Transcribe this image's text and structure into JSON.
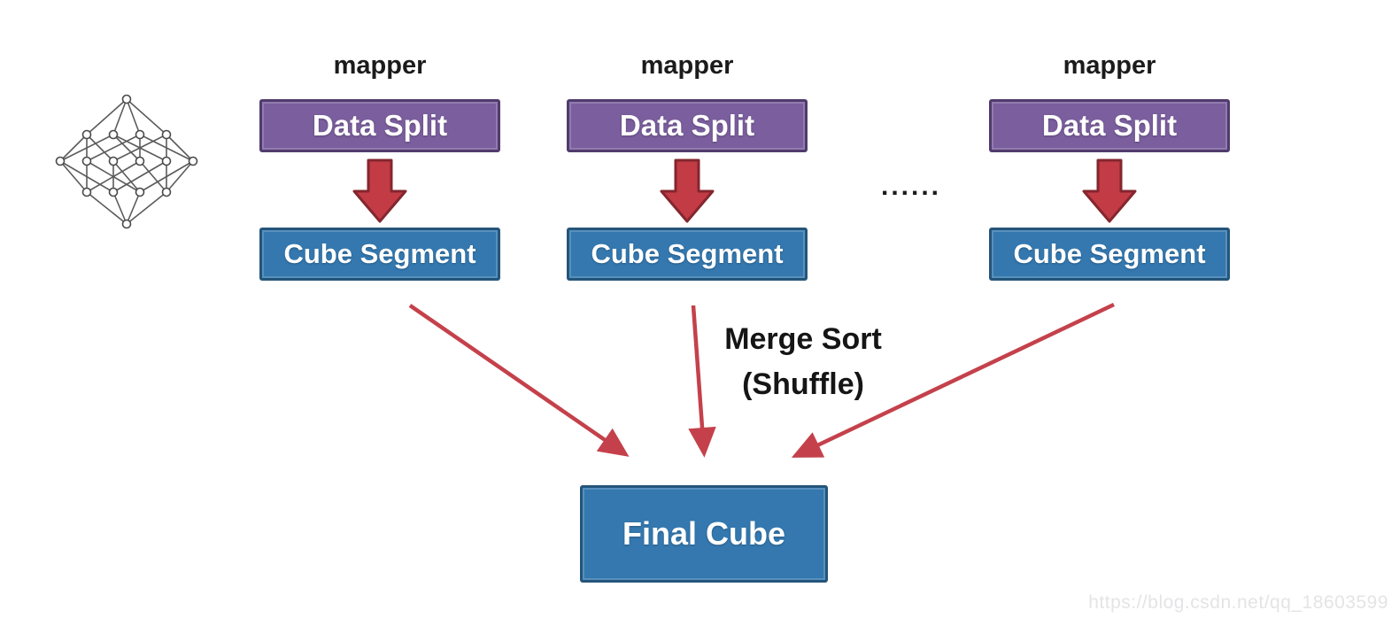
{
  "page": {
    "watermark": "https://blog.csdn.net/qq_18603599"
  },
  "colors": {
    "split_fill": "#7a5e9d",
    "split_border": "#503b6d",
    "segment_fill": "#3478af",
    "segment_border": "#24557a",
    "block_arrow_fill": "#c23b45",
    "block_arrow_border": "#84262e",
    "merge_arrow": "#c4414b",
    "label_text": "#1b1b1b",
    "box_text": "#ffffff"
  },
  "diagram": {
    "mappers": [
      {
        "label": "mapper",
        "split_label": "Data Split",
        "segment_label": "Cube Segment"
      },
      {
        "label": "mapper",
        "split_label": "Data Split",
        "segment_label": "Cube Segment"
      },
      {
        "label": "mapper",
        "split_label": "Data Split",
        "segment_label": "Cube Segment"
      }
    ],
    "ellipsis": "......",
    "merge_note": {
      "line1": "Merge Sort",
      "line2": "(Shuffle)"
    },
    "final_label": "Final Cube"
  }
}
